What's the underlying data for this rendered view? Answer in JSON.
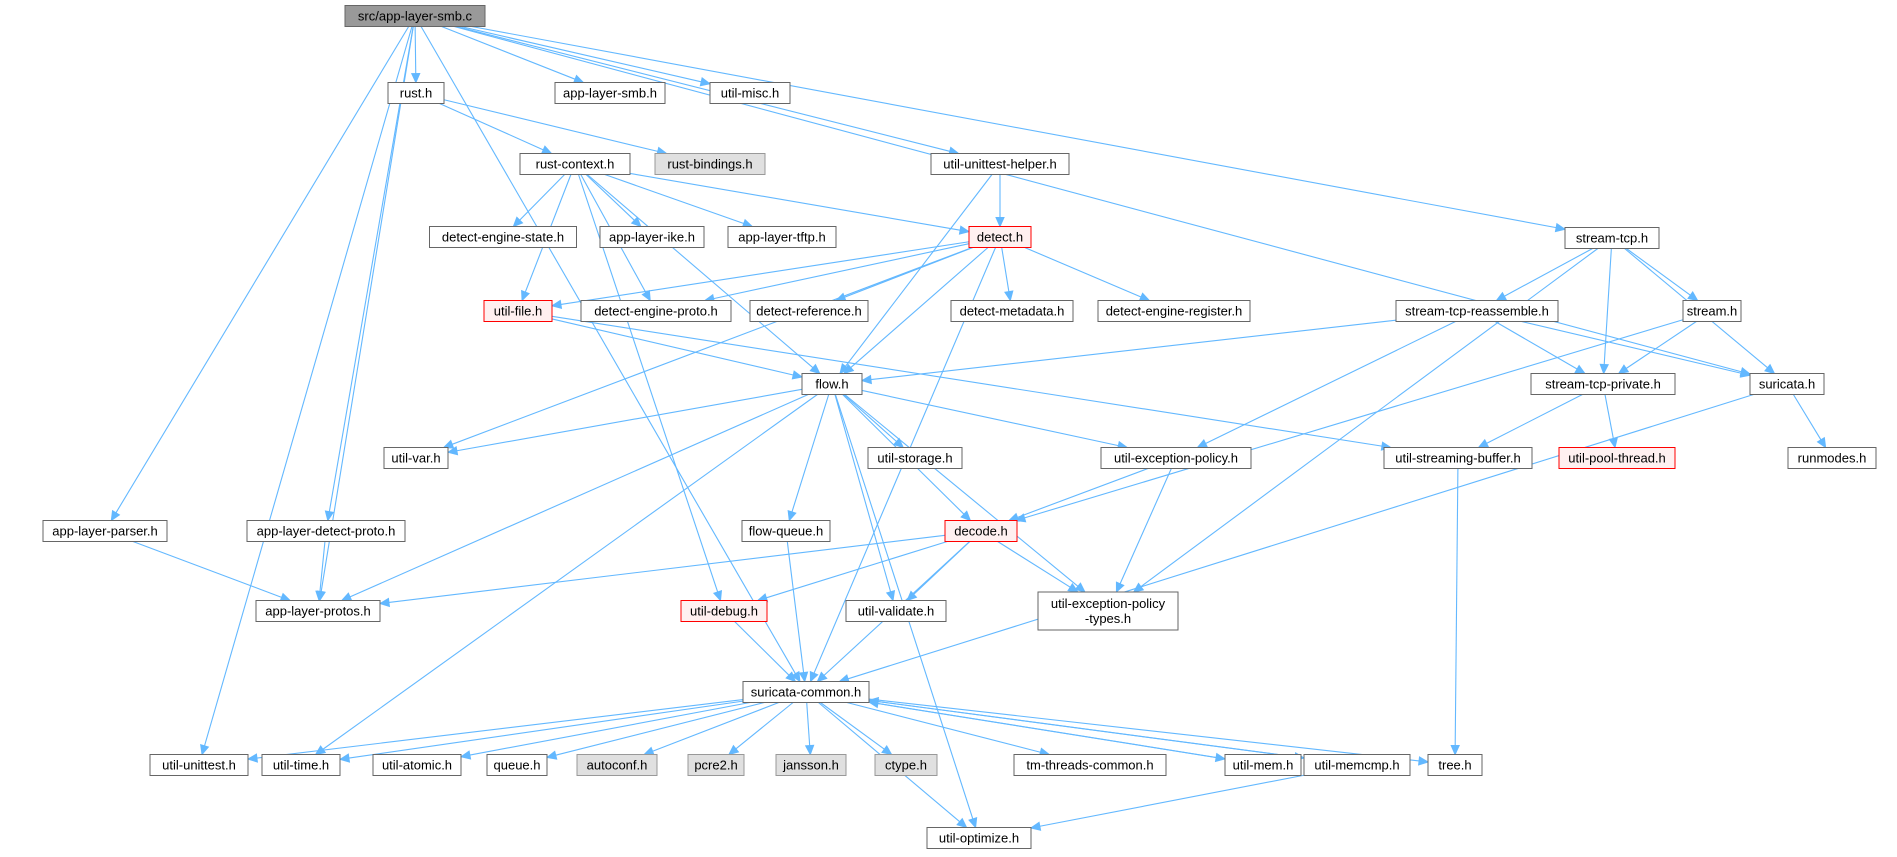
{
  "styles": {
    "root": {
      "fill": "#999999",
      "stroke": "#666666"
    },
    "normal": {
      "fill": "#ffffff",
      "stroke": "#666666"
    },
    "missing": {
      "fill": "#e0e0e0",
      "stroke": "#999999"
    },
    "highlight": {
      "fill": "#fff0f0",
      "stroke": "#ff0000"
    },
    "edge_color": "#63b8ff"
  },
  "nodes": [
    {
      "id": "src_app_layer_smb_c",
      "label": "src/app-layer-smb.c",
      "kind": "root"
    },
    {
      "id": "rust_h",
      "label": "rust.h",
      "kind": "normal"
    },
    {
      "id": "app_layer_smb_h",
      "label": "app-layer-smb.h",
      "kind": "normal"
    },
    {
      "id": "util_misc_h",
      "label": "util-misc.h",
      "kind": "normal"
    },
    {
      "id": "rust_context_h",
      "label": "rust-context.h",
      "kind": "normal"
    },
    {
      "id": "rust_bindings_h",
      "label": "rust-bindings.h",
      "kind": "missing"
    },
    {
      "id": "util_unittest_helper_h",
      "label": "util-unittest-helper.h",
      "kind": "normal"
    },
    {
      "id": "stream_tcp_h",
      "label": "stream-tcp.h",
      "kind": "normal"
    },
    {
      "id": "detect_engine_state_h",
      "label": "detect-engine-state.h",
      "kind": "normal"
    },
    {
      "id": "app_layer_ike_h",
      "label": "app-layer-ike.h",
      "kind": "normal"
    },
    {
      "id": "app_layer_tftp_h",
      "label": "app-layer-tftp.h",
      "kind": "normal"
    },
    {
      "id": "detect_h",
      "label": "detect.h",
      "kind": "highlight"
    },
    {
      "id": "util_file_h",
      "label": "util-file.h",
      "kind": "highlight"
    },
    {
      "id": "detect_engine_proto_h",
      "label": "detect-engine-proto.h",
      "kind": "normal"
    },
    {
      "id": "detect_reference_h",
      "label": "detect-reference.h",
      "kind": "normal"
    },
    {
      "id": "detect_metadata_h",
      "label": "detect-metadata.h",
      "kind": "normal"
    },
    {
      "id": "detect_engine_register_h",
      "label": "detect-engine-register.h",
      "kind": "normal"
    },
    {
      "id": "stream_tcp_reassemble_h",
      "label": "stream-tcp-reassemble.h",
      "kind": "normal"
    },
    {
      "id": "stream_h",
      "label": "stream.h",
      "kind": "normal"
    },
    {
      "id": "flow_h",
      "label": "flow.h",
      "kind": "normal"
    },
    {
      "id": "stream_tcp_private_h",
      "label": "stream-tcp-private.h",
      "kind": "normal"
    },
    {
      "id": "suricata_h",
      "label": "suricata.h",
      "kind": "normal"
    },
    {
      "id": "util_var_h",
      "label": "util-var.h",
      "kind": "normal"
    },
    {
      "id": "util_storage_h",
      "label": "util-storage.h",
      "kind": "normal"
    },
    {
      "id": "util_exception_policy_h",
      "label": "util-exception-policy.h",
      "kind": "normal"
    },
    {
      "id": "util_streaming_buffer_h",
      "label": "util-streaming-buffer.h",
      "kind": "normal"
    },
    {
      "id": "util_pool_thread_h",
      "label": "util-pool-thread.h",
      "kind": "highlight"
    },
    {
      "id": "runmodes_h",
      "label": "runmodes.h",
      "kind": "normal"
    },
    {
      "id": "app_layer_parser_h",
      "label": "app-layer-parser.h",
      "kind": "normal"
    },
    {
      "id": "app_layer_detect_proto_h",
      "label": "app-layer-detect-proto.h",
      "kind": "normal"
    },
    {
      "id": "flow_queue_h",
      "label": "flow-queue.h",
      "kind": "normal"
    },
    {
      "id": "decode_h",
      "label": "decode.h",
      "kind": "highlight"
    },
    {
      "id": "app_layer_protos_h",
      "label": "app-layer-protos.h",
      "kind": "normal"
    },
    {
      "id": "util_debug_h",
      "label": "util-debug.h",
      "kind": "highlight"
    },
    {
      "id": "util_validate_h",
      "label": "util-validate.h",
      "kind": "normal"
    },
    {
      "id": "util_exception_policy_types_h",
      "label": "util-exception-policy\n-types.h",
      "kind": "normal"
    },
    {
      "id": "suricata_common_h",
      "label": "suricata-common.h",
      "kind": "normal"
    },
    {
      "id": "util_unittest_h",
      "label": "util-unittest.h",
      "kind": "normal"
    },
    {
      "id": "util_time_h",
      "label": "util-time.h",
      "kind": "normal"
    },
    {
      "id": "util_atomic_h",
      "label": "util-atomic.h",
      "kind": "normal"
    },
    {
      "id": "queue_h",
      "label": "queue.h",
      "kind": "normal"
    },
    {
      "id": "autoconf_h",
      "label": "autoconf.h",
      "kind": "missing"
    },
    {
      "id": "pcre2_h",
      "label": "pcre2.h",
      "kind": "missing"
    },
    {
      "id": "jansson_h",
      "label": "jansson.h",
      "kind": "missing"
    },
    {
      "id": "ctype_h",
      "label": "ctype.h",
      "kind": "missing"
    },
    {
      "id": "tm_threads_common_h",
      "label": "tm-threads-common.h",
      "kind": "normal"
    },
    {
      "id": "util_mem_h",
      "label": "util-mem.h",
      "kind": "normal"
    },
    {
      "id": "util_memcmp_h",
      "label": "util-memcmp.h",
      "kind": "normal"
    },
    {
      "id": "tree_h",
      "label": "tree.h",
      "kind": "normal"
    },
    {
      "id": "util_optimize_h",
      "label": "util-optimize.h",
      "kind": "normal"
    }
  ],
  "edges": [
    [
      "src_app_layer_smb_c",
      "rust_h"
    ],
    [
      "src_app_layer_smb_c",
      "app_layer_smb_h"
    ],
    [
      "src_app_layer_smb_c",
      "util_misc_h"
    ],
    [
      "src_app_layer_smb_c",
      "util_unittest_helper_h"
    ],
    [
      "src_app_layer_smb_c",
      "stream_tcp_h"
    ],
    [
      "src_app_layer_smb_c",
      "suricata_h"
    ],
    [
      "src_app_layer_smb_c",
      "app_layer_parser_h"
    ],
    [
      "src_app_layer_smb_c",
      "app_layer_protos_h"
    ],
    [
      "src_app_layer_smb_c",
      "app_layer_detect_proto_h"
    ],
    [
      "src_app_layer_smb_c",
      "suricata_common_h"
    ],
    [
      "src_app_layer_smb_c",
      "util_unittest_h"
    ],
    [
      "rust_h",
      "rust_context_h"
    ],
    [
      "rust_h",
      "rust_bindings_h"
    ],
    [
      "rust_context_h",
      "detect_engine_state_h"
    ],
    [
      "rust_context_h",
      "app_layer_ike_h"
    ],
    [
      "rust_context_h",
      "app_layer_tftp_h"
    ],
    [
      "rust_context_h",
      "detect_h"
    ],
    [
      "rust_context_h",
      "util_file_h"
    ],
    [
      "rust_context_h",
      "detect_engine_proto_h"
    ],
    [
      "rust_context_h",
      "flow_h"
    ],
    [
      "rust_context_h",
      "util_debug_h"
    ],
    [
      "util_unittest_helper_h",
      "detect_h"
    ],
    [
      "util_unittest_helper_h",
      "flow_h"
    ],
    [
      "detect_h",
      "util_file_h"
    ],
    [
      "detect_h",
      "detect_engine_proto_h"
    ],
    [
      "detect_h",
      "detect_reference_h"
    ],
    [
      "detect_h",
      "detect_metadata_h"
    ],
    [
      "detect_h",
      "detect_engine_register_h"
    ],
    [
      "detect_h",
      "flow_h"
    ],
    [
      "detect_h",
      "util_var_h"
    ],
    [
      "detect_h",
      "suricata_common_h"
    ],
    [
      "util_file_h",
      "flow_h"
    ],
    [
      "util_file_h",
      "util_streaming_buffer_h"
    ],
    [
      "stream_tcp_h",
      "stream_tcp_reassemble_h"
    ],
    [
      "stream_tcp_h",
      "stream_h"
    ],
    [
      "stream_tcp_h",
      "stream_tcp_private_h"
    ],
    [
      "stream_tcp_h",
      "suricata_h"
    ],
    [
      "stream_tcp_h",
      "util_exception_policy_types_h"
    ],
    [
      "stream_tcp_reassemble_h",
      "flow_h"
    ],
    [
      "stream_tcp_reassemble_h",
      "stream_tcp_private_h"
    ],
    [
      "stream_tcp_reassemble_h",
      "suricata_h"
    ],
    [
      "stream_tcp_reassemble_h",
      "util_exception_policy_h"
    ],
    [
      "stream_h",
      "stream_tcp_private_h"
    ],
    [
      "stream_h",
      "decode_h"
    ],
    [
      "stream_tcp_private_h",
      "util_streaming_buffer_h"
    ],
    [
      "stream_tcp_private_h",
      "util_pool_thread_h"
    ],
    [
      "suricata_h",
      "runmodes_h"
    ],
    [
      "suricata_h",
      "suricata_common_h"
    ],
    [
      "flow_h",
      "util_var_h"
    ],
    [
      "flow_h",
      "util_storage_h"
    ],
    [
      "flow_h",
      "util_exception_policy_h"
    ],
    [
      "flow_h",
      "flow_queue_h"
    ],
    [
      "flow_h",
      "decode_h"
    ],
    [
      "flow_h",
      "app_layer_protos_h"
    ],
    [
      "flow_h",
      "util_validate_h"
    ],
    [
      "flow_h",
      "util_exception_policy_types_h"
    ],
    [
      "flow_h",
      "util_time_h"
    ],
    [
      "flow_h",
      "util_optimize_h"
    ],
    [
      "util_exception_policy_h",
      "decode_h"
    ],
    [
      "util_exception_policy_h",
      "util_exception_policy_types_h"
    ],
    [
      "util_streaming_buffer_h",
      "tree_h"
    ],
    [
      "app_layer_parser_h",
      "app_layer_protos_h"
    ],
    [
      "app_layer_detect_proto_h",
      "app_layer_protos_h"
    ],
    [
      "flow_queue_h",
      "suricata_common_h"
    ],
    [
      "decode_h",
      "app_layer_protos_h"
    ],
    [
      "decode_h",
      "util_debug_h"
    ],
    [
      "decode_h",
      "util_validate_h"
    ],
    [
      "decode_h",
      "util_exception_policy_types_h"
    ],
    [
      "decode_h",
      "suricata_common_h"
    ],
    [
      "util_debug_h",
      "suricata_common_h"
    ],
    [
      "suricata_common_h",
      "util_unittest_h"
    ],
    [
      "suricata_common_h",
      "util_time_h"
    ],
    [
      "suricata_common_h",
      "util_atomic_h"
    ],
    [
      "suricata_common_h",
      "queue_h"
    ],
    [
      "suricata_common_h",
      "autoconf_h"
    ],
    [
      "suricata_common_h",
      "pcre2_h"
    ],
    [
      "suricata_common_h",
      "jansson_h"
    ],
    [
      "suricata_common_h",
      "ctype_h"
    ],
    [
      "suricata_common_h",
      "tm_threads_common_h"
    ],
    [
      "suricata_common_h",
      "util_mem_h"
    ],
    [
      "suricata_common_h",
      "util_memcmp_h"
    ],
    [
      "suricata_common_h",
      "tree_h"
    ],
    [
      "suricata_common_h",
      "util_optimize_h"
    ],
    [
      "util_mem_h",
      "suricata_common_h"
    ],
    [
      "util_memcmp_h",
      "suricata_common_h"
    ],
    [
      "util_memcmp_h",
      "util_optimize_h"
    ]
  ]
}
